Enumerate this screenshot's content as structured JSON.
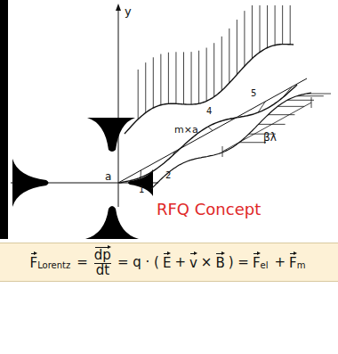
{
  "diagram": {
    "nodes": [
      {
        "text": [
          "F",
          "Lorentz",
          "=",
          "dp",
          "dt",
          "= q · (",
          "E",
          "+",
          "v",
          "×",
          "B",
          ") =",
          "F",
          "el",
          "+",
          "F",
          "m"
        ]
      }
    ],
    "labels": [
      "y",
      "a",
      "m×a",
      "1",
      "2",
      "4",
      "5",
      "βλ",
      "RFQ Concept"
    ]
  }
}
